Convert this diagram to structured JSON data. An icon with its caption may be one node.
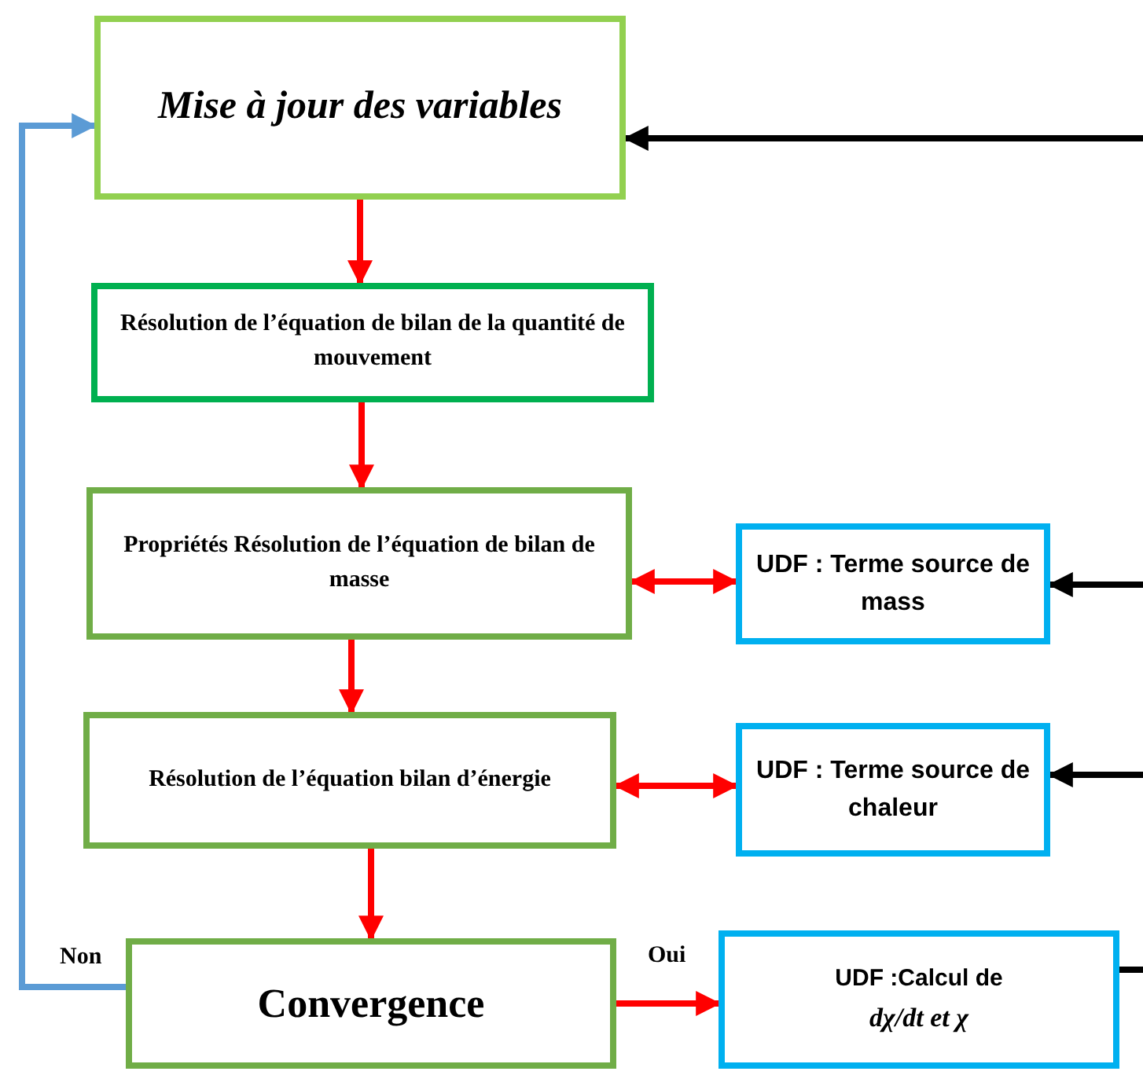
{
  "diagram": {
    "nodes": [
      {
        "text": [
          "Mise à jour des variables"
        ]
      },
      {
        "text": [
          "Résolution de l’équation de bilan de la quantité de mouvement"
        ]
      },
      {
        "text": [
          "Propriétés Résolution de l’équation de bilan de masse"
        ]
      },
      {
        "text": [
          "UDF : Terme source de mass"
        ]
      },
      {
        "text": [
          "Résolution de l’équation bilan d’énergie"
        ]
      },
      {
        "text": [
          "UDF : Terme source de chaleur"
        ]
      },
      {
        "text": [
          "Convergence"
        ]
      },
      {
        "text": [
          "UDF :Calcul de",
          "dχ/dt et χ"
        ]
      }
    ],
    "edges": [
      {
        "from": 0,
        "to": 1,
        "arrow": "to"
      },
      {
        "from": 1,
        "to": 2,
        "arrow": "to"
      },
      {
        "from": 2,
        "to": 3,
        "arrow": "both"
      },
      {
        "from": 2,
        "to": 4,
        "arrow": "to"
      },
      {
        "from": 4,
        "to": 5,
        "arrow": "both"
      },
      {
        "from": 4,
        "to": 6,
        "arrow": "to"
      },
      {
        "from": 6,
        "to": 7,
        "arrow": "to",
        "label": "Oui"
      },
      {
        "from": 6,
        "to": 0,
        "arrow": "to",
        "label": "Non",
        "color": "#5b9bd5"
      },
      {
        "from": null,
        "to": 0,
        "arrow": "to",
        "color": "#000000"
      },
      {
        "from": null,
        "to": 3,
        "arrow": "to",
        "color": "#000000"
      },
      {
        "from": null,
        "to": 5,
        "arrow": "to",
        "color": "#000000"
      },
      {
        "from": 7,
        "to": null,
        "arrow": "none",
        "color": "#000000"
      }
    ]
  }
}
